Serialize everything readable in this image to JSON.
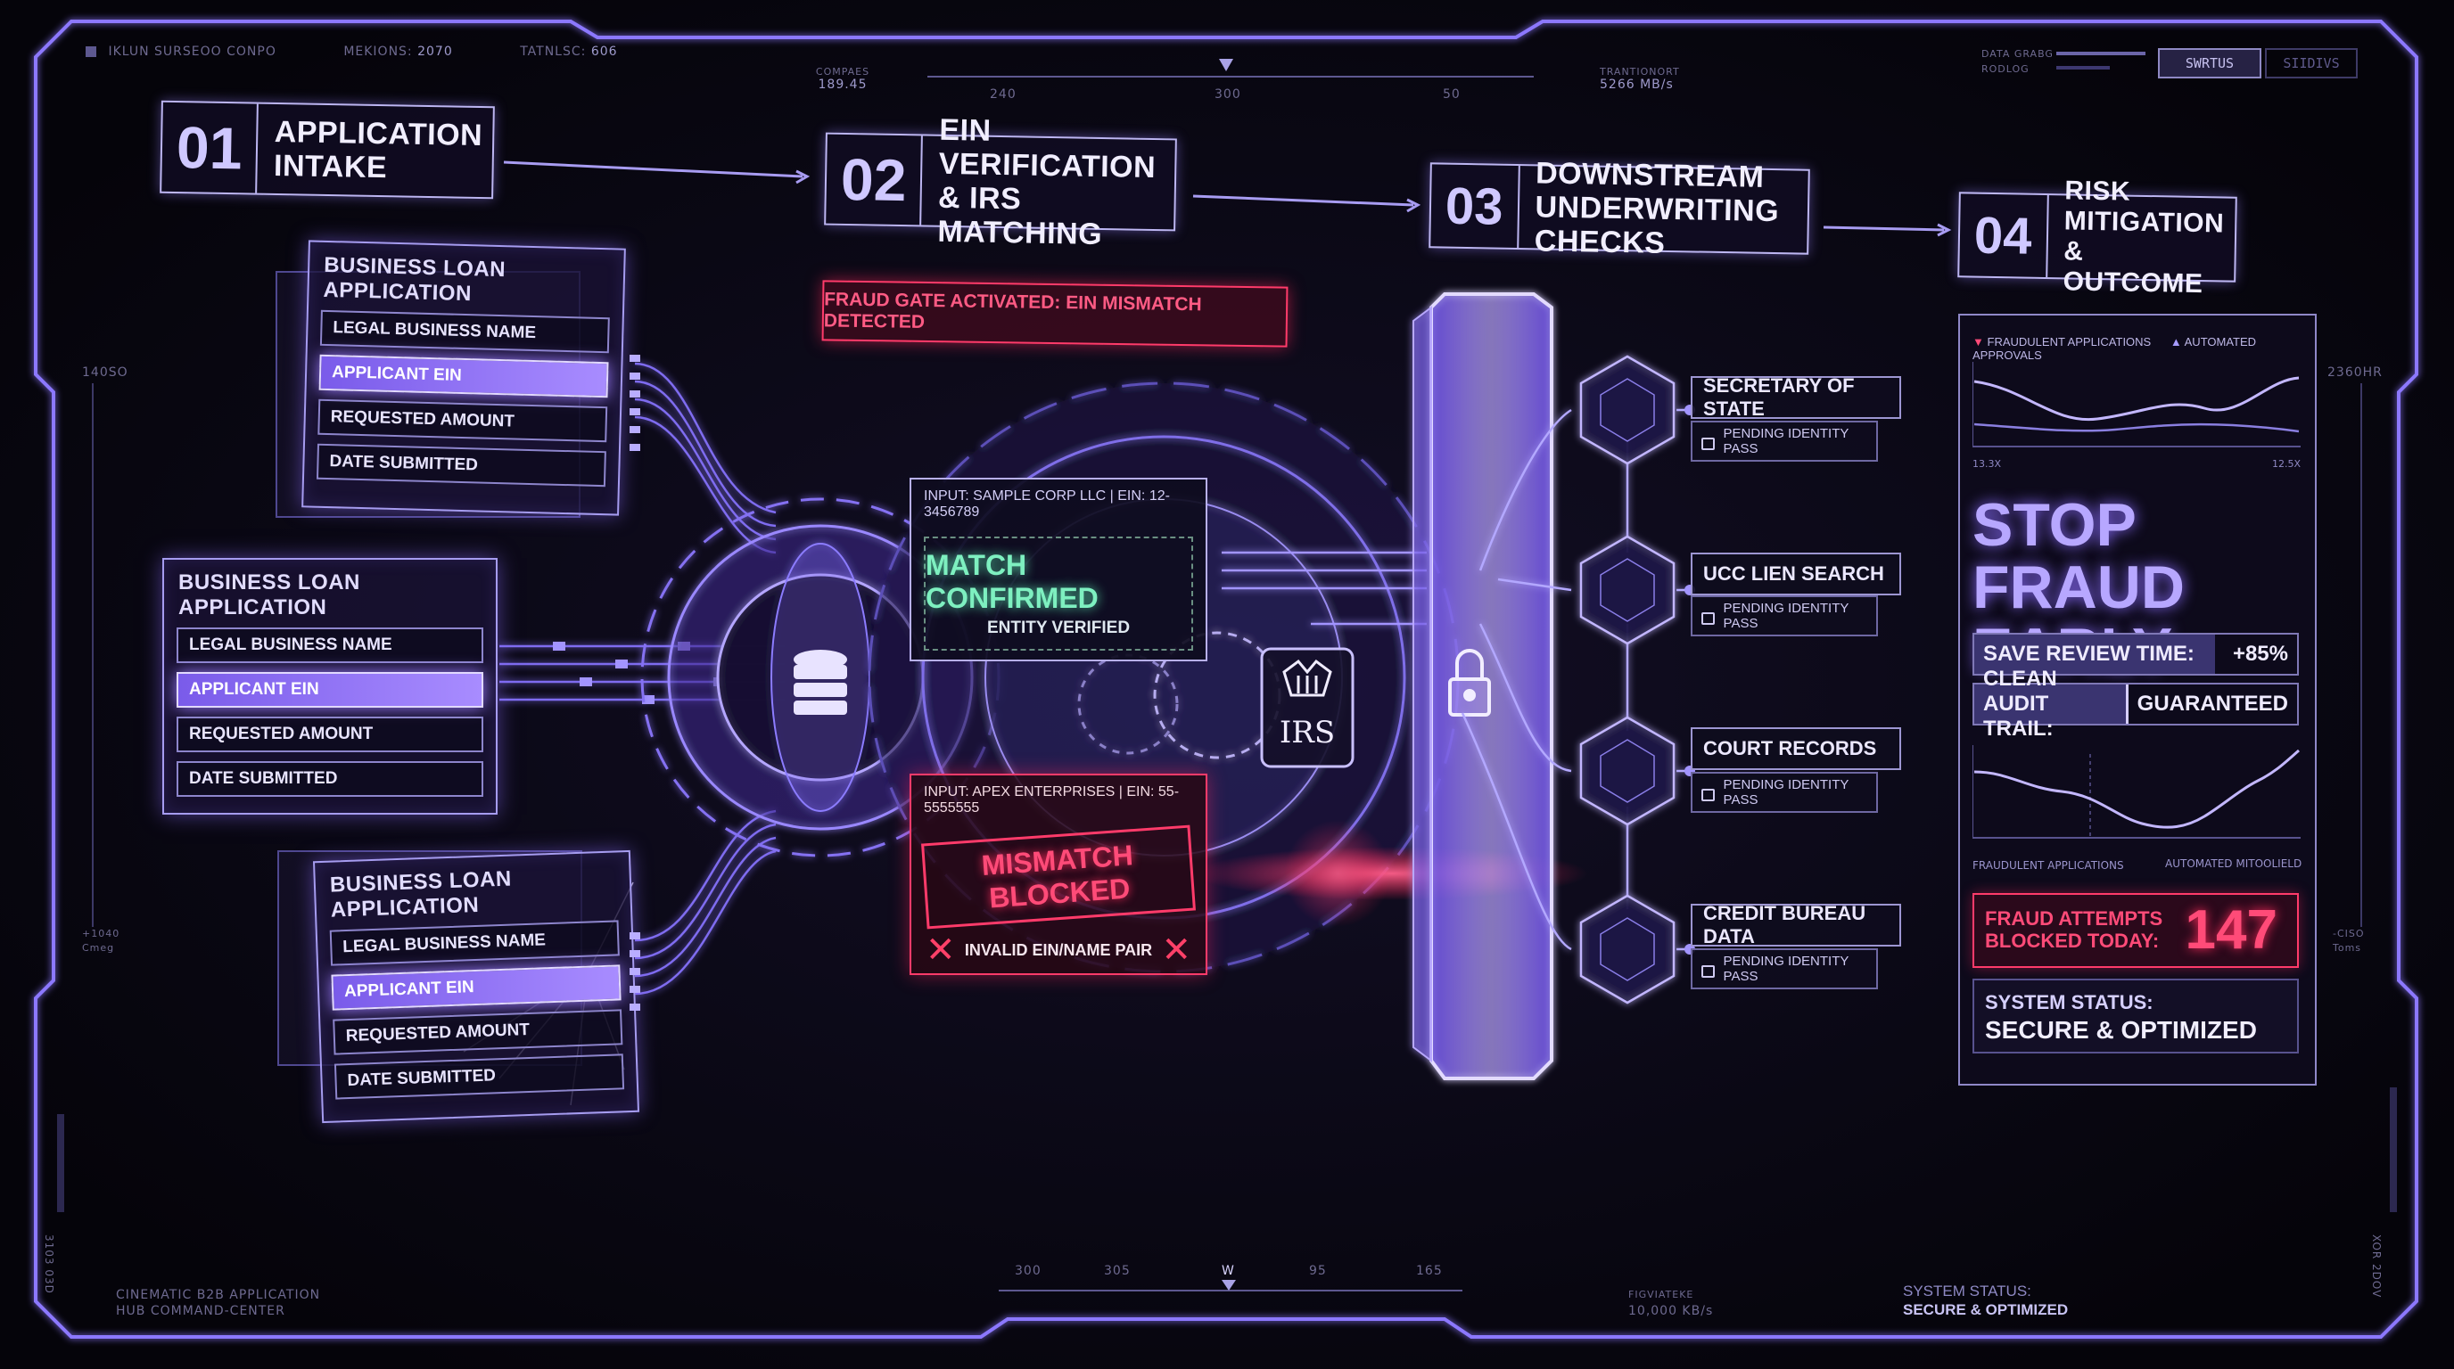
{
  "hud": {
    "top_left": {
      "label1": "IKLUN SURSEOO CONPO",
      "label2": "MEKIONS:",
      "value2": "2070",
      "label3": "TATNLSC:",
      "value3": "606"
    },
    "top_center": {
      "compass_label": "COMPAES",
      "compass_value": "189.45",
      "ticks": [
        "240",
        "300",
        "50"
      ],
      "rate_label": "TRANTIONORT",
      "rate_value": "5266 MB/s"
    },
    "top_right": {
      "label1": "DATA GRABG",
      "label2": "RODLOG",
      "btn1": "SWRTUS",
      "btn2": "SIIDIVS"
    },
    "left_side": {
      "top": "140SO",
      "bottom1": "+1040",
      "bottom2": "Cmeg",
      "vert": "3103 03D"
    },
    "right_side": {
      "top": "2360HR",
      "bottom1": "-CISO",
      "bottom2": "Toms",
      "vert": "XOR 2DOV"
    },
    "bottom": {
      "left1": "CINEMATIC B2B APPLICATION",
      "left2": "HUB COMMAND-CENTER",
      "ticks": [
        "300",
        "305",
        "W",
        "95",
        "165"
      ],
      "rate_label": "FIGVIATEKE",
      "rate_value": "10,000 KB/s",
      "status_label": "SYSTEM STATUS:",
      "status_value": "SECURE & OPTIMIZED"
    }
  },
  "steps": [
    {
      "num": "01",
      "title": "APPLICATION\nINTAKE"
    },
    {
      "num": "02",
      "title": "EIN VERIFICATION\n& IRS MATCHING"
    },
    {
      "num": "03",
      "title": "DOWNSTREAM\nUNDERWRITING CHECKS"
    },
    {
      "num": "04",
      "title": "RISK MITIGATION\n& OUTCOME"
    }
  ],
  "applications": {
    "title": "BUSINESS LOAN APPLICATION",
    "fields": [
      "LEGAL BUSINESS NAME",
      "APPLICANT EIN",
      "REQUESTED AMOUNT",
      "DATE SUBMITTED"
    ]
  },
  "fraud_gate": "FRAUD GATE ACTIVATED: EIN MISMATCH DETECTED",
  "match": {
    "input": "INPUT: SAMPLE CORP LLC | EIN: 12-3456789",
    "status": "MATCH CONFIRMED",
    "sub": "ENTITY VERIFIED"
  },
  "mismatch": {
    "input": "INPUT: APEX ENTERPRISES | EIN: 55-5555555",
    "status": "MISMATCH BLOCKED",
    "sub": "INVALID EIN/NAME PAIR"
  },
  "irs_label": "IRS",
  "checks": [
    {
      "name": "SECRETARY OF STATE",
      "status": "PENDING IDENTITY PASS"
    },
    {
      "name": "UCC LIEN SEARCH",
      "status": "PENDING IDENTITY PASS"
    },
    {
      "name": "COURT RECORDS",
      "status": "PENDING IDENTITY PASS"
    },
    {
      "name": "CREDIT BUREAU DATA",
      "status": "PENDING IDENTITY PASS"
    }
  ],
  "outcome": {
    "legend1": "FRAUDULENT APPLICATIONS",
    "legend2": "AUTOMATED APPROVALS",
    "chart1_left": "13.3X",
    "chart1_right": "12.5X",
    "headline": "STOP FRAUD EARLY",
    "metric1_label": "SAVE REVIEW TIME:",
    "metric1_value": "+85%",
    "metric2_label": "CLEAN AUDIT TRAIL:",
    "metric2_value": "GUARANTEED",
    "chart2_left": "FRAUDULENT APPLICATIONS",
    "chart2_right": "AUTOMATED MITOOLIELD",
    "fraud_label": "FRAUD ATTEMPTS\nBLOCKED TODAY:",
    "fraud_value": "147",
    "status_label": "SYSTEM STATUS:",
    "status_value": "SECURE & OPTIMIZED"
  },
  "colors": {
    "accent": "#a58cff",
    "alert": "#ff3b6a",
    "match": "#7ef0c0",
    "bg": "#07060d"
  }
}
